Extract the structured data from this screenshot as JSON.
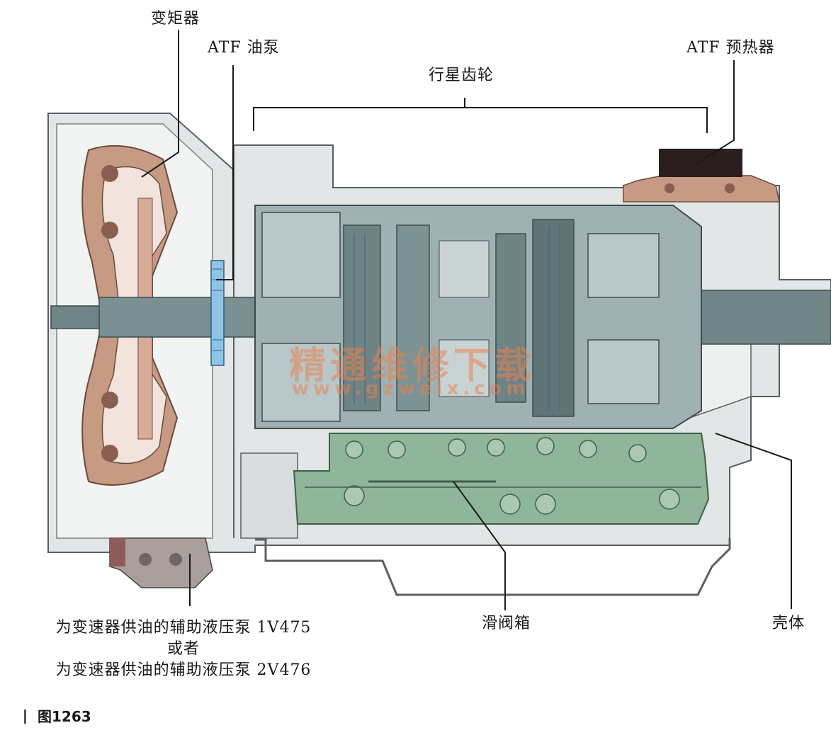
{
  "labels": {
    "torque_converter": "变矩器",
    "atf_pump": "ATF 油泵",
    "planetary_gears": "行星齿轮",
    "atf_preheater": "ATF 预热器",
    "aux_pump_line1": "为变速器供油的辅助液压泵 1V475",
    "aux_pump_line2": "或者",
    "aux_pump_line3": "为变速器供油的辅助液压泵 2V476",
    "valve_body": "滑阀箱",
    "housing": "壳体"
  },
  "caption": "图1263",
  "watermark": {
    "line1": "精通维修下载",
    "line2": "www.gzweix.com"
  },
  "colors": {
    "casing": "#e3e6e6",
    "casing_stroke": "#5a5f61",
    "gears": "#6d8385",
    "gears_dark": "#4d6264",
    "torque_converter": "#c79a84",
    "valve_body": "#8fb59a",
    "preheater": "#2b1e1e",
    "pump_blue": "#8ec5e6"
  }
}
